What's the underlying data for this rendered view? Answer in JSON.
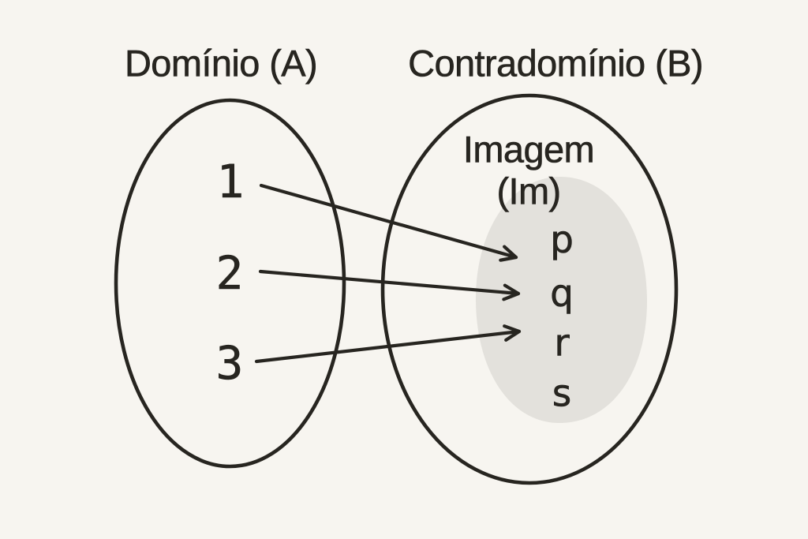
{
  "colors": {
    "background": "#f7f5f0",
    "ink": "#272520",
    "image_region_fill": "#e3e1dc"
  },
  "diagram": {
    "type": "function-mapping-venn",
    "domain": {
      "title": "Domínio (A)",
      "elements": [
        "1",
        "2",
        "3"
      ]
    },
    "codomain": {
      "title": "Contradomínio (B)",
      "image_label_line1": "Imagem",
      "image_label_line2": "(Im)",
      "elements": [
        "p",
        "q",
        "r",
        "s"
      ]
    },
    "mappings": [
      {
        "from": "1",
        "to": "p"
      },
      {
        "from": "2",
        "to": "q"
      },
      {
        "from": "3",
        "to": "r"
      }
    ]
  }
}
